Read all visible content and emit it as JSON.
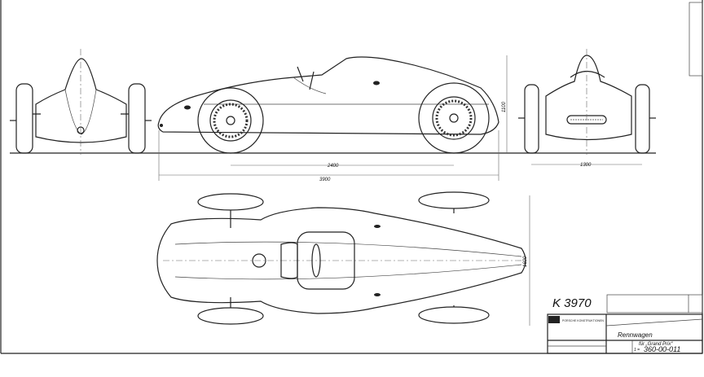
{
  "drawing": {
    "number_label": "K 3970",
    "title": "Rennwagen",
    "subtitle": "für „Grand Prix“",
    "part_number": "360-00-011",
    "part_prefix": "1 =",
    "company": "PORSCHE KONSTRUKTIONEN",
    "dimensions": {
      "wheelbase": "2400",
      "overall_length": "3900",
      "track": "1300",
      "height": "1100",
      "width": "1600"
    }
  }
}
